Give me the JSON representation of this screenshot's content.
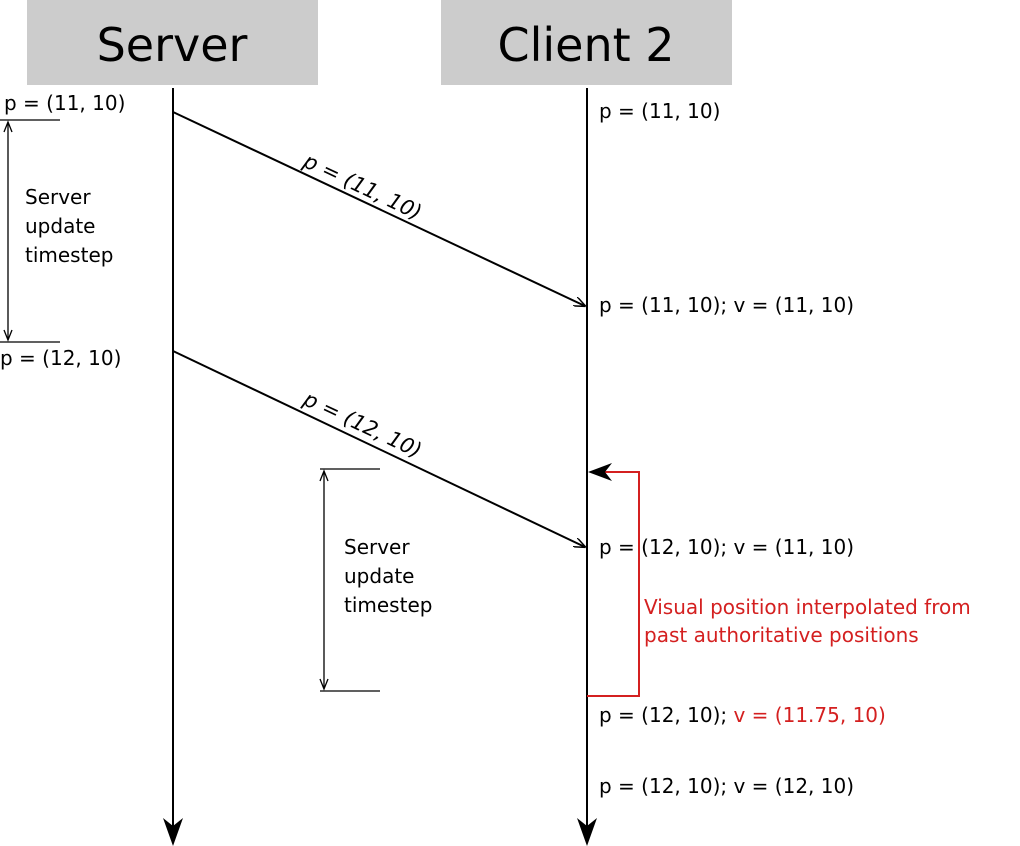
{
  "headers": {
    "server": "Server",
    "client": "Client 2"
  },
  "server_states": {
    "first": "p = (11, 10)",
    "second": "p = (12, 10)"
  },
  "client_states": {
    "s1": "p = (11, 10)",
    "s2": "p = (11, 10); v = (11, 10)",
    "s3": "p = (12, 10); v = (11, 10)",
    "s4_prefix": "p = (12, 10); ",
    "s4_highlight": "v = (11.75, 10)",
    "s5": "p = (12, 10); v = (12, 10)"
  },
  "messages": {
    "m1": "p = (11, 10)",
    "m2": "p = (12, 10)"
  },
  "timestep_label": {
    "line1": "Server",
    "line2": "update",
    "line3": "timestep"
  },
  "interpolation_note": {
    "line1": "Visual position interpolated from",
    "line2": "past authoritative positions"
  },
  "colors": {
    "header_fill": "#cccccc",
    "highlight": "#d42020"
  }
}
